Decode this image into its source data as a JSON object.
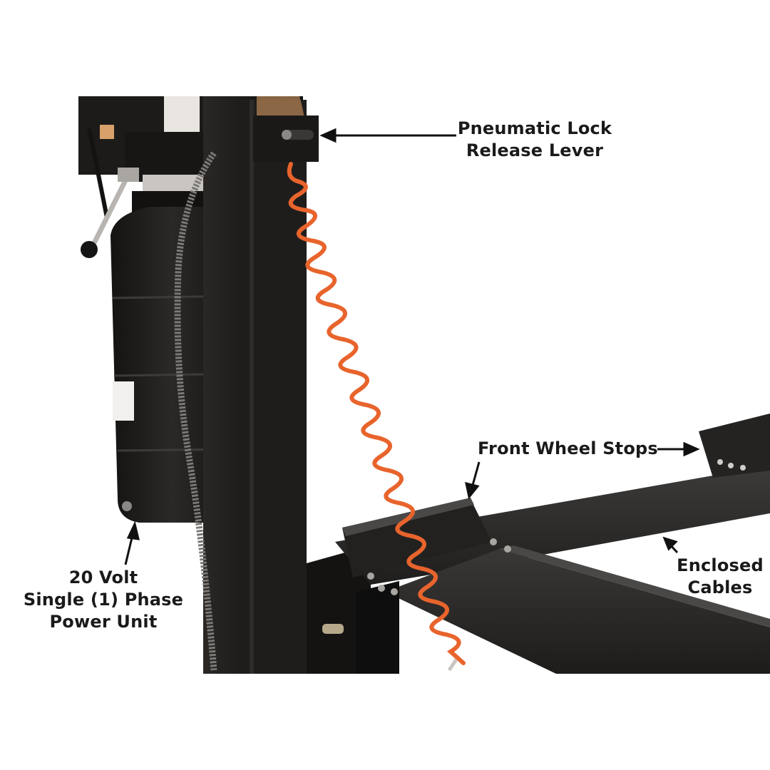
{
  "image": {
    "subject": "Vehicle lift post with hydraulic power unit, coiled air hose and runway",
    "background_color": "#ffffff",
    "frame_color": "#1c1a19",
    "hose_color": "#e8642c"
  },
  "callouts": {
    "lock_release": {
      "lines": [
        "Pneumatic Lock",
        "Release Lever"
      ],
      "arrow_direction": "left"
    },
    "power_unit": {
      "lines": [
        "20 Volt",
        "Single (1) Phase",
        "Power Unit"
      ],
      "arrow_direction": "up"
    },
    "wheel_stops": {
      "lines": [
        "Front Wheel Stops"
      ],
      "arrow_direction": "down-left and right"
    },
    "enclosed_cables": {
      "lines": [
        "Enclosed",
        "Cables"
      ],
      "arrow_direction": "up-left"
    }
  }
}
